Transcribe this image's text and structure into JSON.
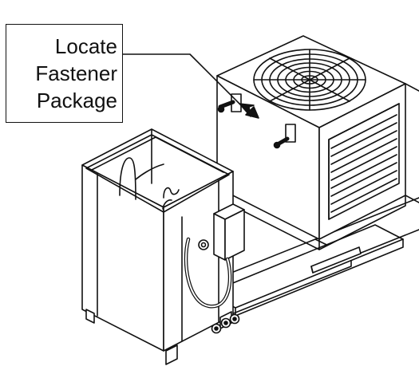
{
  "callout": {
    "lines": [
      "Locate",
      "Fastener",
      "Package"
    ]
  },
  "colors": {
    "ink": "#111111",
    "paper": "#ffffff"
  }
}
